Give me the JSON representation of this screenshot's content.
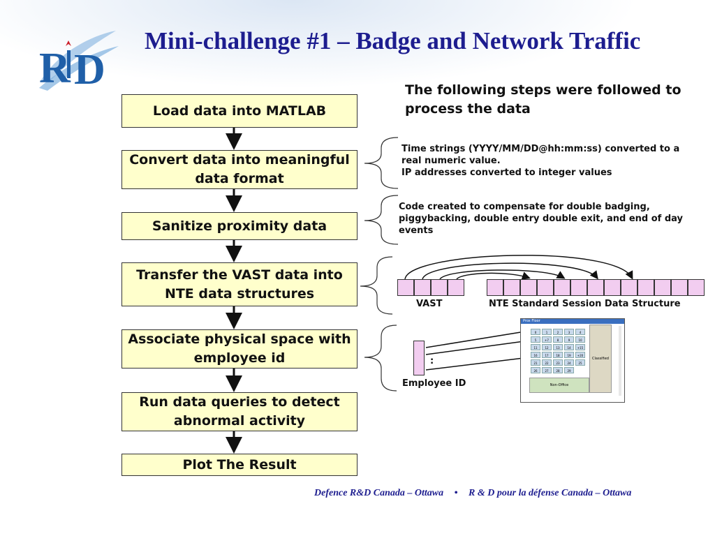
{
  "title": "Mini-challenge #1 – Badge and Network Traffic",
  "intro": "The following steps were followed to process the data",
  "steps": [
    "Load data into MATLAB",
    "Convert data into meaningful data format",
    "Sanitize proximity data",
    "Transfer the VAST data into NTE data structures",
    "Associate physical space with employee id",
    "Run data queries to detect abnormal activity",
    "Plot The Result"
  ],
  "notes": {
    "convert_line1": "Time strings (YYYY/MM/DD@hh:mm:ss) converted to a real numeric value.",
    "convert_line2": "IP addresses converted to integer values",
    "sanitize": "Code created to compensate for double badging, piggybacking, double entry  double exit, and end of day events"
  },
  "diagram": {
    "vast_label": "VAST",
    "nte_label": "NTE Standard Session Data Structure",
    "employee_label": "Employee ID",
    "dots": ":",
    "screen_title": "Prox Floor",
    "screen_cells": [
      "0",
      "1",
      "2",
      "3",
      "4",
      "5",
      "+7",
      "8",
      "9",
      "10",
      "11",
      "12",
      "13",
      "14",
      "+15",
      "16",
      "17",
      "18",
      "19",
      "+20",
      "21",
      "22",
      "23",
      "24",
      "25",
      "26",
      "27",
      "28",
      "29"
    ],
    "screen_classified": "Classified",
    "screen_nonoffice": "Non-Office"
  },
  "footer": {
    "left": "Defence R&D Canada – Ottawa",
    "sep": "•",
    "right": "R & D pour la défense Canada – Ottawa"
  },
  "colors": {
    "title": "#1d1d8f",
    "step_fill": "#ffffcc",
    "cell_fill": "#f2cdf0",
    "logo_blue": "#1f5fa8",
    "logo_red": "#cc1f2a"
  }
}
